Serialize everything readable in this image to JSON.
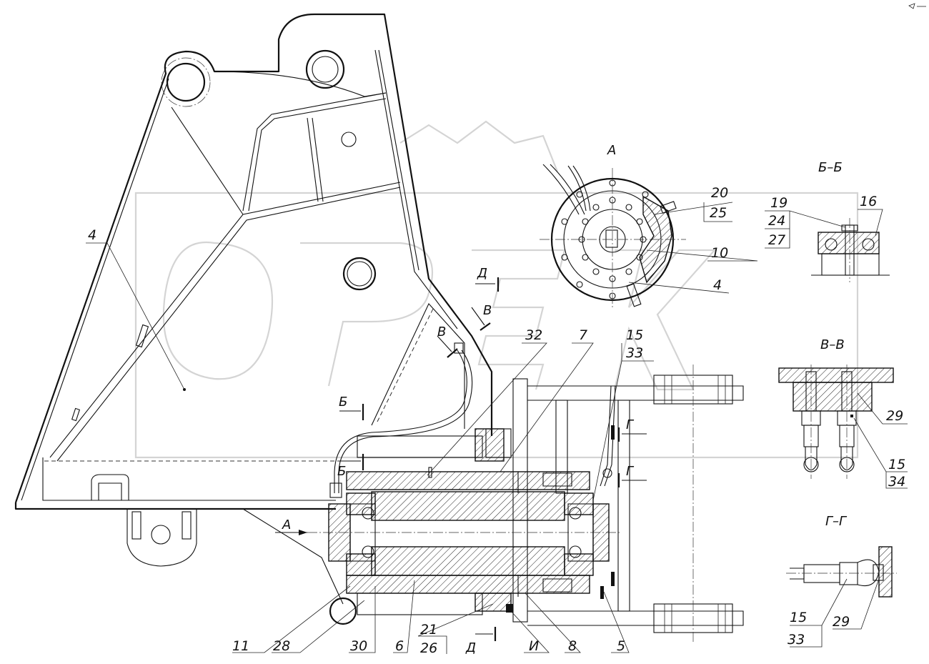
{
  "watermark": "ОРЕХ",
  "views": {
    "A": "А",
    "BB": "Б–Б",
    "VV": "В–В",
    "GG": "Г–Г"
  },
  "section_marks": {
    "D_top": "Д",
    "D_bottom": "Д",
    "V_1": "В",
    "V_2": "В",
    "B_1": "Б",
    "B_2": "Б",
    "G_1": "Г",
    "G_2": "Г",
    "A_arrow": "А",
    "I": "И"
  },
  "labels": {
    "p4_main": "4",
    "p32": "32",
    "p7": "7",
    "p15_top": "15",
    "p33_top": "33",
    "p11": "11",
    "p28": "28",
    "p30": "30",
    "p6": "6",
    "p21": "21",
    "p26": "26",
    "p8": "8",
    "p5": "5",
    "a_20": "20",
    "a_25": "25",
    "a_10": "10",
    "a_4": "4",
    "bb_19": "19",
    "bb_24": "24",
    "bb_27": "27",
    "bb_16": "16",
    "vv_29": "29",
    "vv_15": "15",
    "vv_34": "34",
    "gg_15": "15",
    "gg_33": "33",
    "gg_29": "29"
  },
  "corner_icon": "logo-icon"
}
